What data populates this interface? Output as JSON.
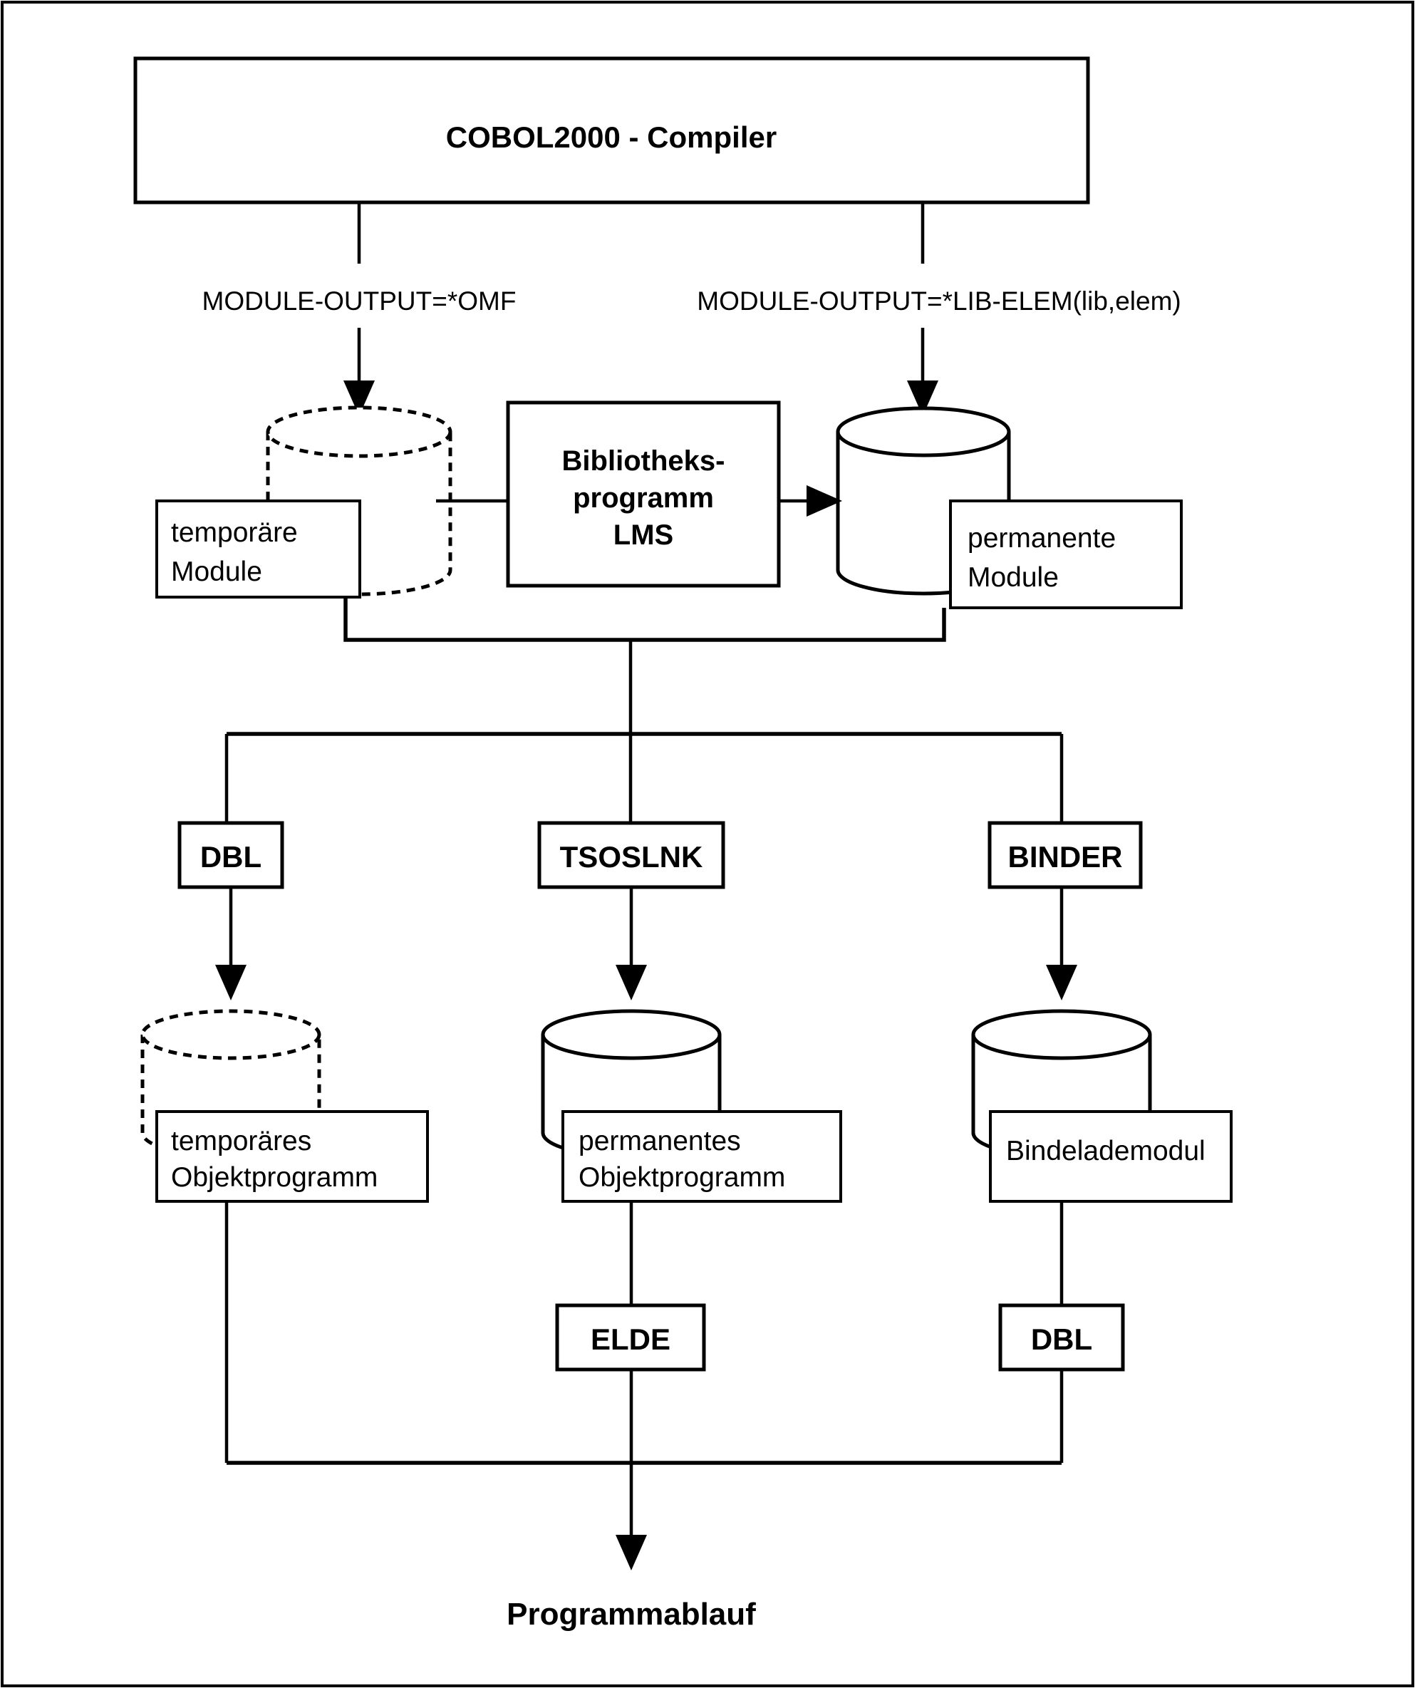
{
  "diagram": {
    "title": "COBOL2000 compiler module and linkage flow",
    "compiler": {
      "label": "COBOL2000 - Compiler"
    },
    "edge_labels": {
      "omf": "MODULE-OUTPUT=*OMF",
      "lib_elem": "MODULE-OUTPUT=*LIB-ELEM(lib,elem)"
    },
    "stores_top": [
      {
        "id": "temp-module",
        "label_line1": "temporäre",
        "label_line2": "Module",
        "storage": "temporary"
      },
      {
        "id": "perm-module",
        "label_line1": "permanente",
        "label_line2": "Module",
        "storage": "permanent"
      }
    ],
    "lms": {
      "line1": "Bibliotheks-",
      "line2": "programm",
      "line3": "LMS"
    },
    "linkers": [
      {
        "id": "dbl",
        "label": "DBL"
      },
      {
        "id": "tsoslnk",
        "label": "TSOSLNK"
      },
      {
        "id": "binder",
        "label": "BINDER"
      }
    ],
    "stores_bottom": [
      {
        "id": "temp-objprog",
        "label_line1": "temporäres",
        "label_line2": "Objektprogramm",
        "storage": "temporary"
      },
      {
        "id": "perm-objprog",
        "label_line1": "permanentes",
        "label_line2": "Objektprogramm",
        "storage": "permanent"
      },
      {
        "id": "bindelademodul",
        "label_line1": "Bindelademodul",
        "label_line2": "",
        "storage": "permanent"
      }
    ],
    "loaders": [
      {
        "id": "elde",
        "label": "ELDE"
      },
      {
        "id": "dbl2",
        "label": "DBL"
      }
    ],
    "footer": {
      "label": "Programmablauf"
    },
    "colors": {
      "stroke": "#000000",
      "fill": "#ffffff",
      "background": "#ffffff"
    }
  }
}
